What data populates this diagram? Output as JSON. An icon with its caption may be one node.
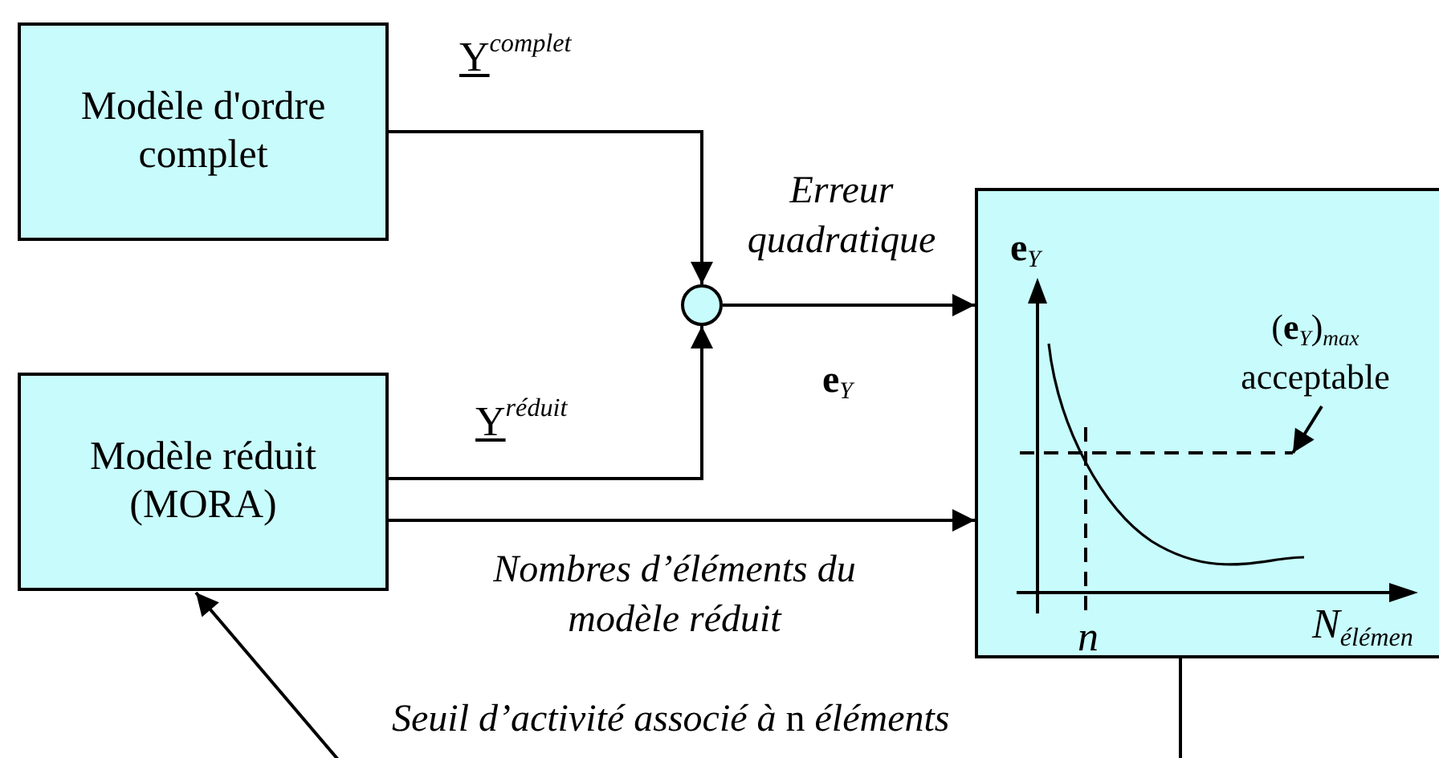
{
  "diagram": {
    "nodes": [
      {
        "text": [
          "Modèle d'ordre complet"
        ]
      },
      {
        "text": [
          "Modèle réduit (MORA)"
        ]
      },
      {
        "text": [],
        "shape": "circle"
      },
      {
        "text": [
          "**e**$_{Y}$",
          "n",
          "N$_{élémen}$"
        ]
      },
      {
        "text": [
          "(**e**$_{Y}$)$_{max}$ acceptable"
        ],
        "in": 3
      },
      {
        "text": [],
        "shape": "line",
        "in": 3
      }
    ],
    "edges": [
      {
        "from": 0,
        "to": 2,
        "arrow": "to",
        "label": "Y$^{complet}$"
      },
      {
        "from": 1,
        "to": 2,
        "arrow": "to",
        "label": "Y$^{réduit}$"
      },
      {
        "from": 2,
        "to": 3,
        "arrow": "to",
        "label": "Erreur quadratique"
      },
      {
        "from": 1,
        "to": 3,
        "arrow": "to",
        "label": "Nombres d’éléments du modèle réduit"
      },
      {
        "from": 3,
        "to": 1,
        "arrow": "to",
        "label": "*Seuil d’activité associé à* n *éléments*"
      },
      {
        "from": 4,
        "to": 5,
        "arrow": "to"
      }
    ],
    "labels": [
      "**e**$_{Y}$"
    ]
  }
}
